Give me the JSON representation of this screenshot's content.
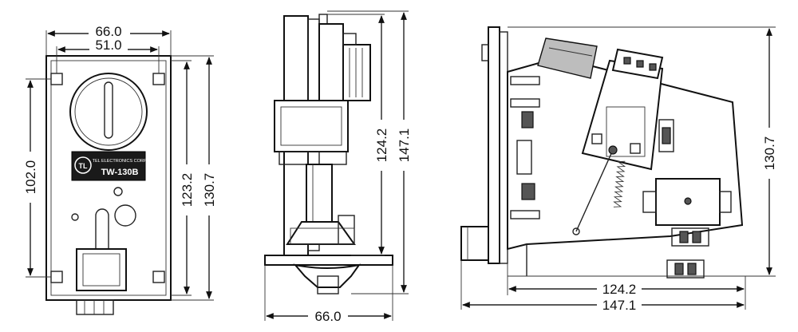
{
  "front_view": {
    "dims": {
      "overall_width": "66.0",
      "hole_spacing_width": "51.0",
      "hole_spacing_height": "102.0",
      "plate_height": "123.2",
      "overall_height": "130.7"
    },
    "plate_logo": "TL",
    "plate_line": "TEL ELECTRONICS CORP.",
    "plate_model": "TW-130B"
  },
  "side_view": {
    "dims": {
      "width": "66.0",
      "depth": "124.2",
      "overall_depth": "147.1"
    }
  },
  "top_view": {
    "dims": {
      "height": "130.7",
      "depth": "124.2",
      "overall_depth": "147.1"
    }
  }
}
